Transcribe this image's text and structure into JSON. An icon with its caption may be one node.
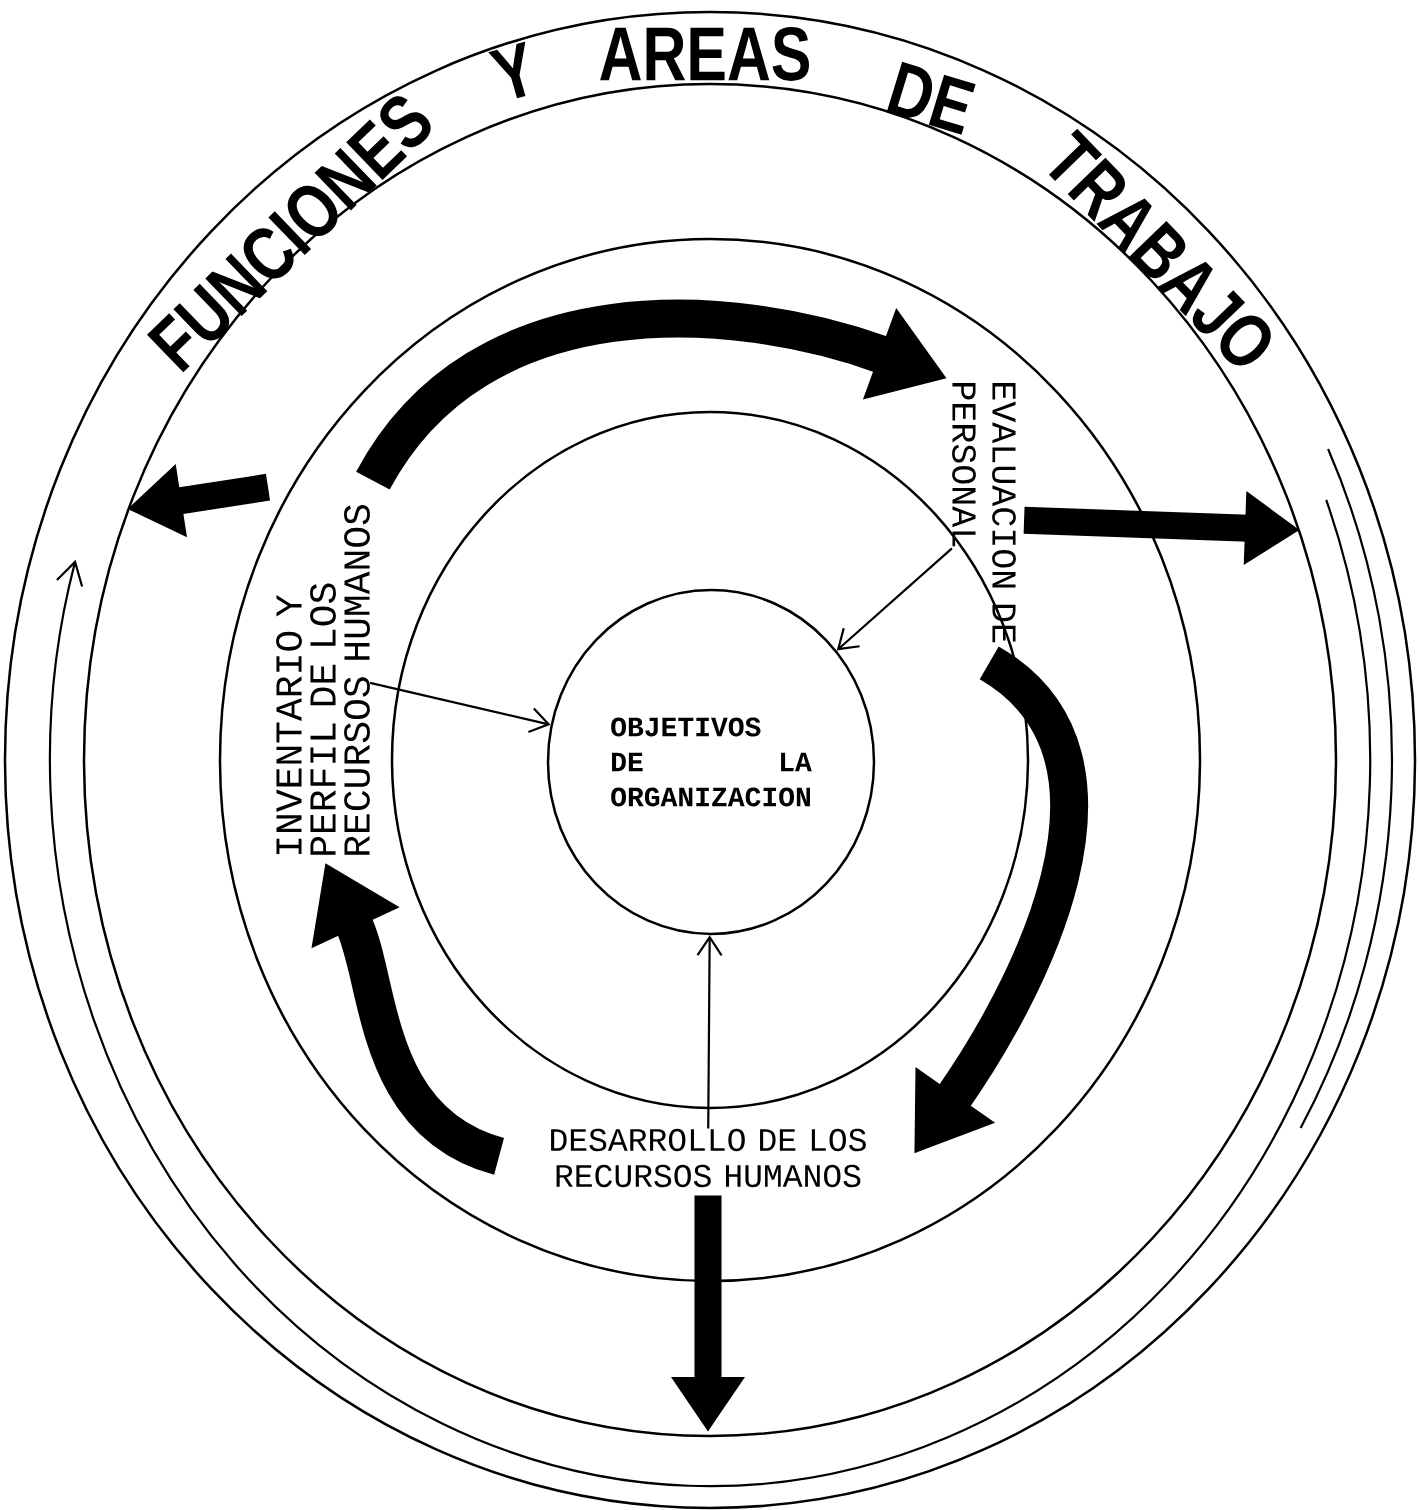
{
  "diagram": {
    "nodes": [
      {
        "text": [
          "INVENTARIO Y PERFIL DE LOS RECURSOS HUMANOS"
        ]
      },
      {
        "text": [
          "EVALUACION DE PERSONAL"
        ]
      },
      {
        "text": [
          "DESARROLLO DE LOS RECURSOS HUMANOS"
        ]
      },
      {
        "text": [
          "OBJETIVOS DE LA ORGANIZACION"
        ]
      }
    ],
    "edges": [
      {
        "from": 0,
        "to": 3,
        "arrow": "to"
      },
      {
        "from": 1,
        "to": 3,
        "arrow": "to"
      },
      {
        "from": 2,
        "to": 3,
        "arrow": "to"
      },
      {
        "from": 0,
        "to": 1,
        "arrow": "to"
      },
      {
        "from": 1,
        "to": 2,
        "arrow": "to"
      },
      {
        "from": 2,
        "to": 0,
        "arrow": "to"
      },
      {
        "from": 0,
        "to": null,
        "arrow": "to"
      },
      {
        "from": 1,
        "to": null,
        "arrow": "to"
      },
      {
        "from": 2,
        "to": null,
        "arrow": "to"
      }
    ],
    "labels": [
      "FUNCIONES",
      "Y",
      "AREAS",
      "DE",
      "TRABAJO"
    ]
  }
}
